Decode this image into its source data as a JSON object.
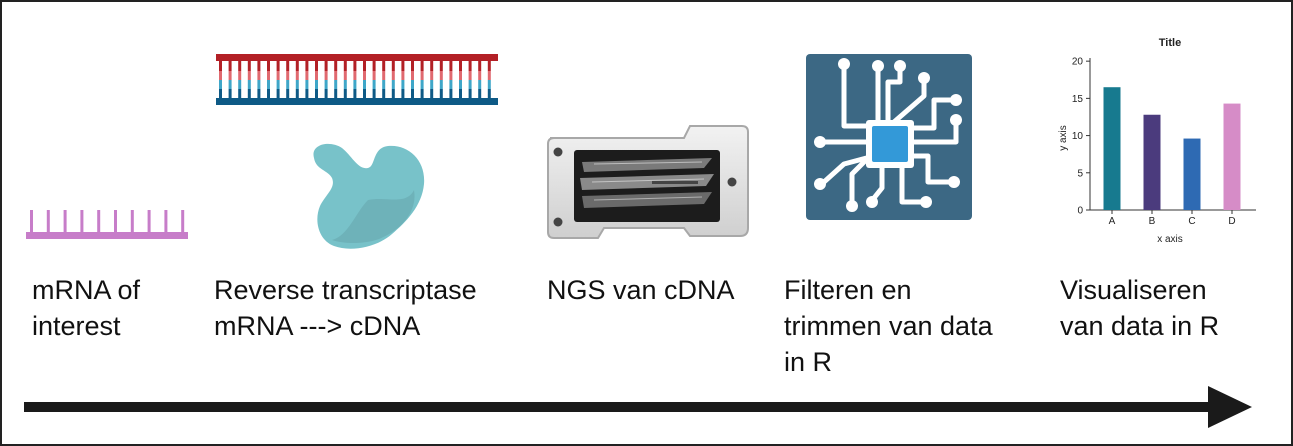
{
  "steps": [
    {
      "label": "mRNA of\ninterest",
      "icon": "mrna-strand-icon"
    },
    {
      "label": "Reverse transcriptase\nmRNA ---> cDNA",
      "icon": "reverse-transcriptase-icon"
    },
    {
      "label": "NGS van cDNA",
      "icon": "sequencing-flowcell-icon"
    },
    {
      "label": "Filteren en\ntrimmen van data\nin R",
      "icon": "circuit-chip-icon"
    },
    {
      "label": "Visualiseren\nvan data in R",
      "icon": "bar-chart-icon"
    }
  ],
  "colors": {
    "mrna": "#c77dc9",
    "dna_top": "#b32026",
    "dna_top_light": "#e0696f",
    "dna_bottom": "#0e5a86",
    "dna_bottom_light": "#3fa6c8",
    "enzyme": "#78c2c9",
    "chip_bg": "#3c6884",
    "chip_core": "#3399d8",
    "arrow": "#1a1a1a"
  },
  "chart_data": {
    "type": "bar",
    "title": "Title",
    "xlabel": "x axis",
    "ylabel": "y axis",
    "categories": [
      "A",
      "B",
      "C",
      "D"
    ],
    "values": [
      16.5,
      12.8,
      9.6,
      14.3
    ],
    "bar_colors": [
      "#177a8f",
      "#4b3b7d",
      "#2e6ab3",
      "#d68cc7"
    ],
    "yticks": [
      0,
      5,
      10,
      15,
      20
    ],
    "ylim": [
      0,
      21.5
    ]
  }
}
